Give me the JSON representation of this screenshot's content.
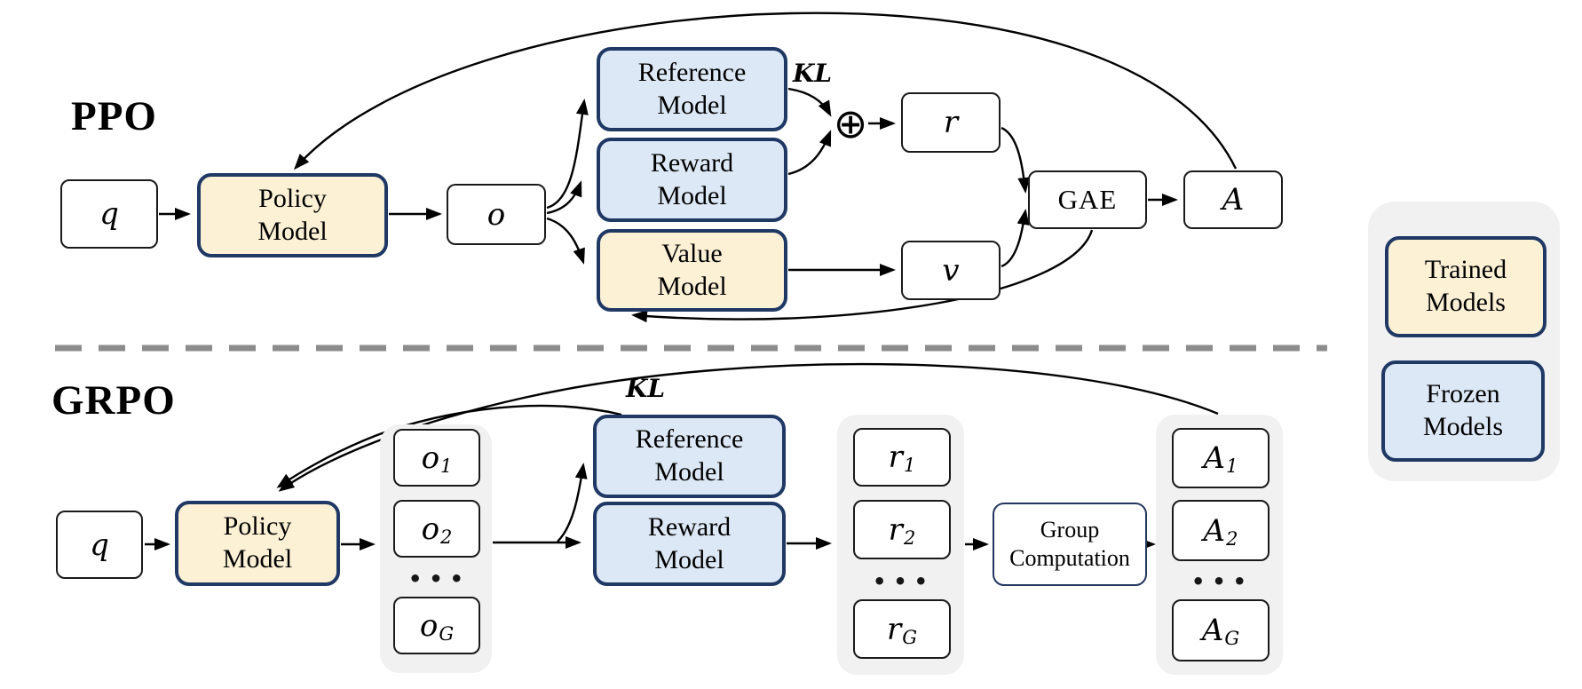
{
  "sections": {
    "ppo_label": "PPO",
    "grpo_label": "GRPO"
  },
  "ppo": {
    "q": "q",
    "policy": "Policy\nModel",
    "o": "o",
    "reference": "Reference\nModel",
    "reward": "Reward\nModel",
    "value": "Value\nModel",
    "kl": "KL",
    "oplus_icon": "⊕",
    "r": "r",
    "gae": "GAE",
    "a": "A",
    "v": "v"
  },
  "grpo": {
    "q": "q",
    "policy": "Policy\nModel",
    "kl": "KL",
    "outputs": [
      {
        "base": "o",
        "sub": "1"
      },
      {
        "base": "o",
        "sub": "2"
      },
      {
        "base": "o",
        "sub": "G"
      }
    ],
    "outputs_ellipsis": "•••",
    "reference": "Reference\nModel",
    "reward": "Reward\nModel",
    "rewards": [
      {
        "base": "r",
        "sub": "1"
      },
      {
        "base": "r",
        "sub": "2"
      },
      {
        "base": "r",
        "sub": "G"
      }
    ],
    "rewards_ellipsis": "•••",
    "group_computation": "Group\nComputation",
    "advantages": [
      {
        "base": "A",
        "sub": "1"
      },
      {
        "base": "A",
        "sub": "2"
      },
      {
        "base": "A",
        "sub": "G"
      }
    ],
    "advantages_ellipsis": "•••"
  },
  "legend": {
    "trained": "Trained\nModels",
    "frozen": "Frozen\nModels"
  },
  "colors": {
    "trained_fill": "#fcf0d5",
    "frozen_fill": "#dce8f5",
    "model_border": "#1f3864",
    "container_fill": "#f1f1f2",
    "divider": "#8c8c8c",
    "line": "#000000"
  }
}
